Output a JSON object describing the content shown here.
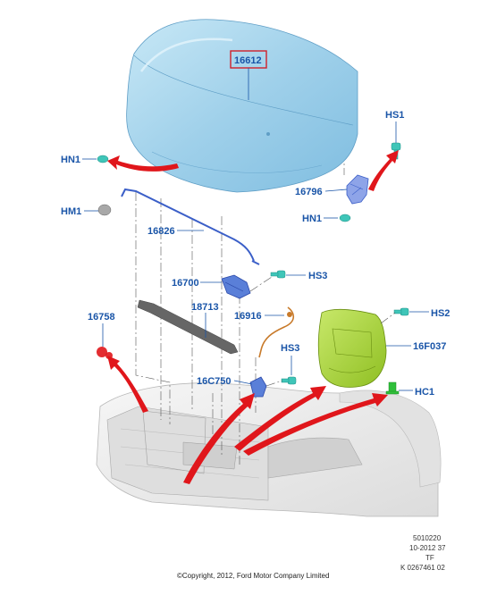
{
  "colors": {
    "label": "#1a55a8",
    "hood": "#9fd0ea",
    "highlight_box": "#d0202a",
    "arrow": "#e0161b",
    "shield": "#a8d23a",
    "clip_teal": "#3fc5b8",
    "latch_blue": "#3b5fc8",
    "clip_green": "#2fbf3a",
    "body_grey": "#ebebeb"
  },
  "labels": {
    "hood": "16612",
    "hs1": "HS1",
    "hn1_left": "HN1",
    "hm1": "HM1",
    "hinge": "16796",
    "hn1_right": "HN1",
    "rod": "16826",
    "latch": "16700",
    "hs3_top": "HS3",
    "seal_left": "16758",
    "seal_strip": "18713",
    "cable": "16916",
    "hs2": "HS2",
    "shield": "16F037",
    "hs3_bottom": "HS3",
    "release": "16C750",
    "hc1": "HC1"
  },
  "footer": {
    "ref_line1": "5010220",
    "ref_line2": "10-2012 37",
    "ref_line3": "TF",
    "ref_line4": "K 0267461 02",
    "copyright": "©Copyright, 2012, Ford Motor Company Limited"
  }
}
